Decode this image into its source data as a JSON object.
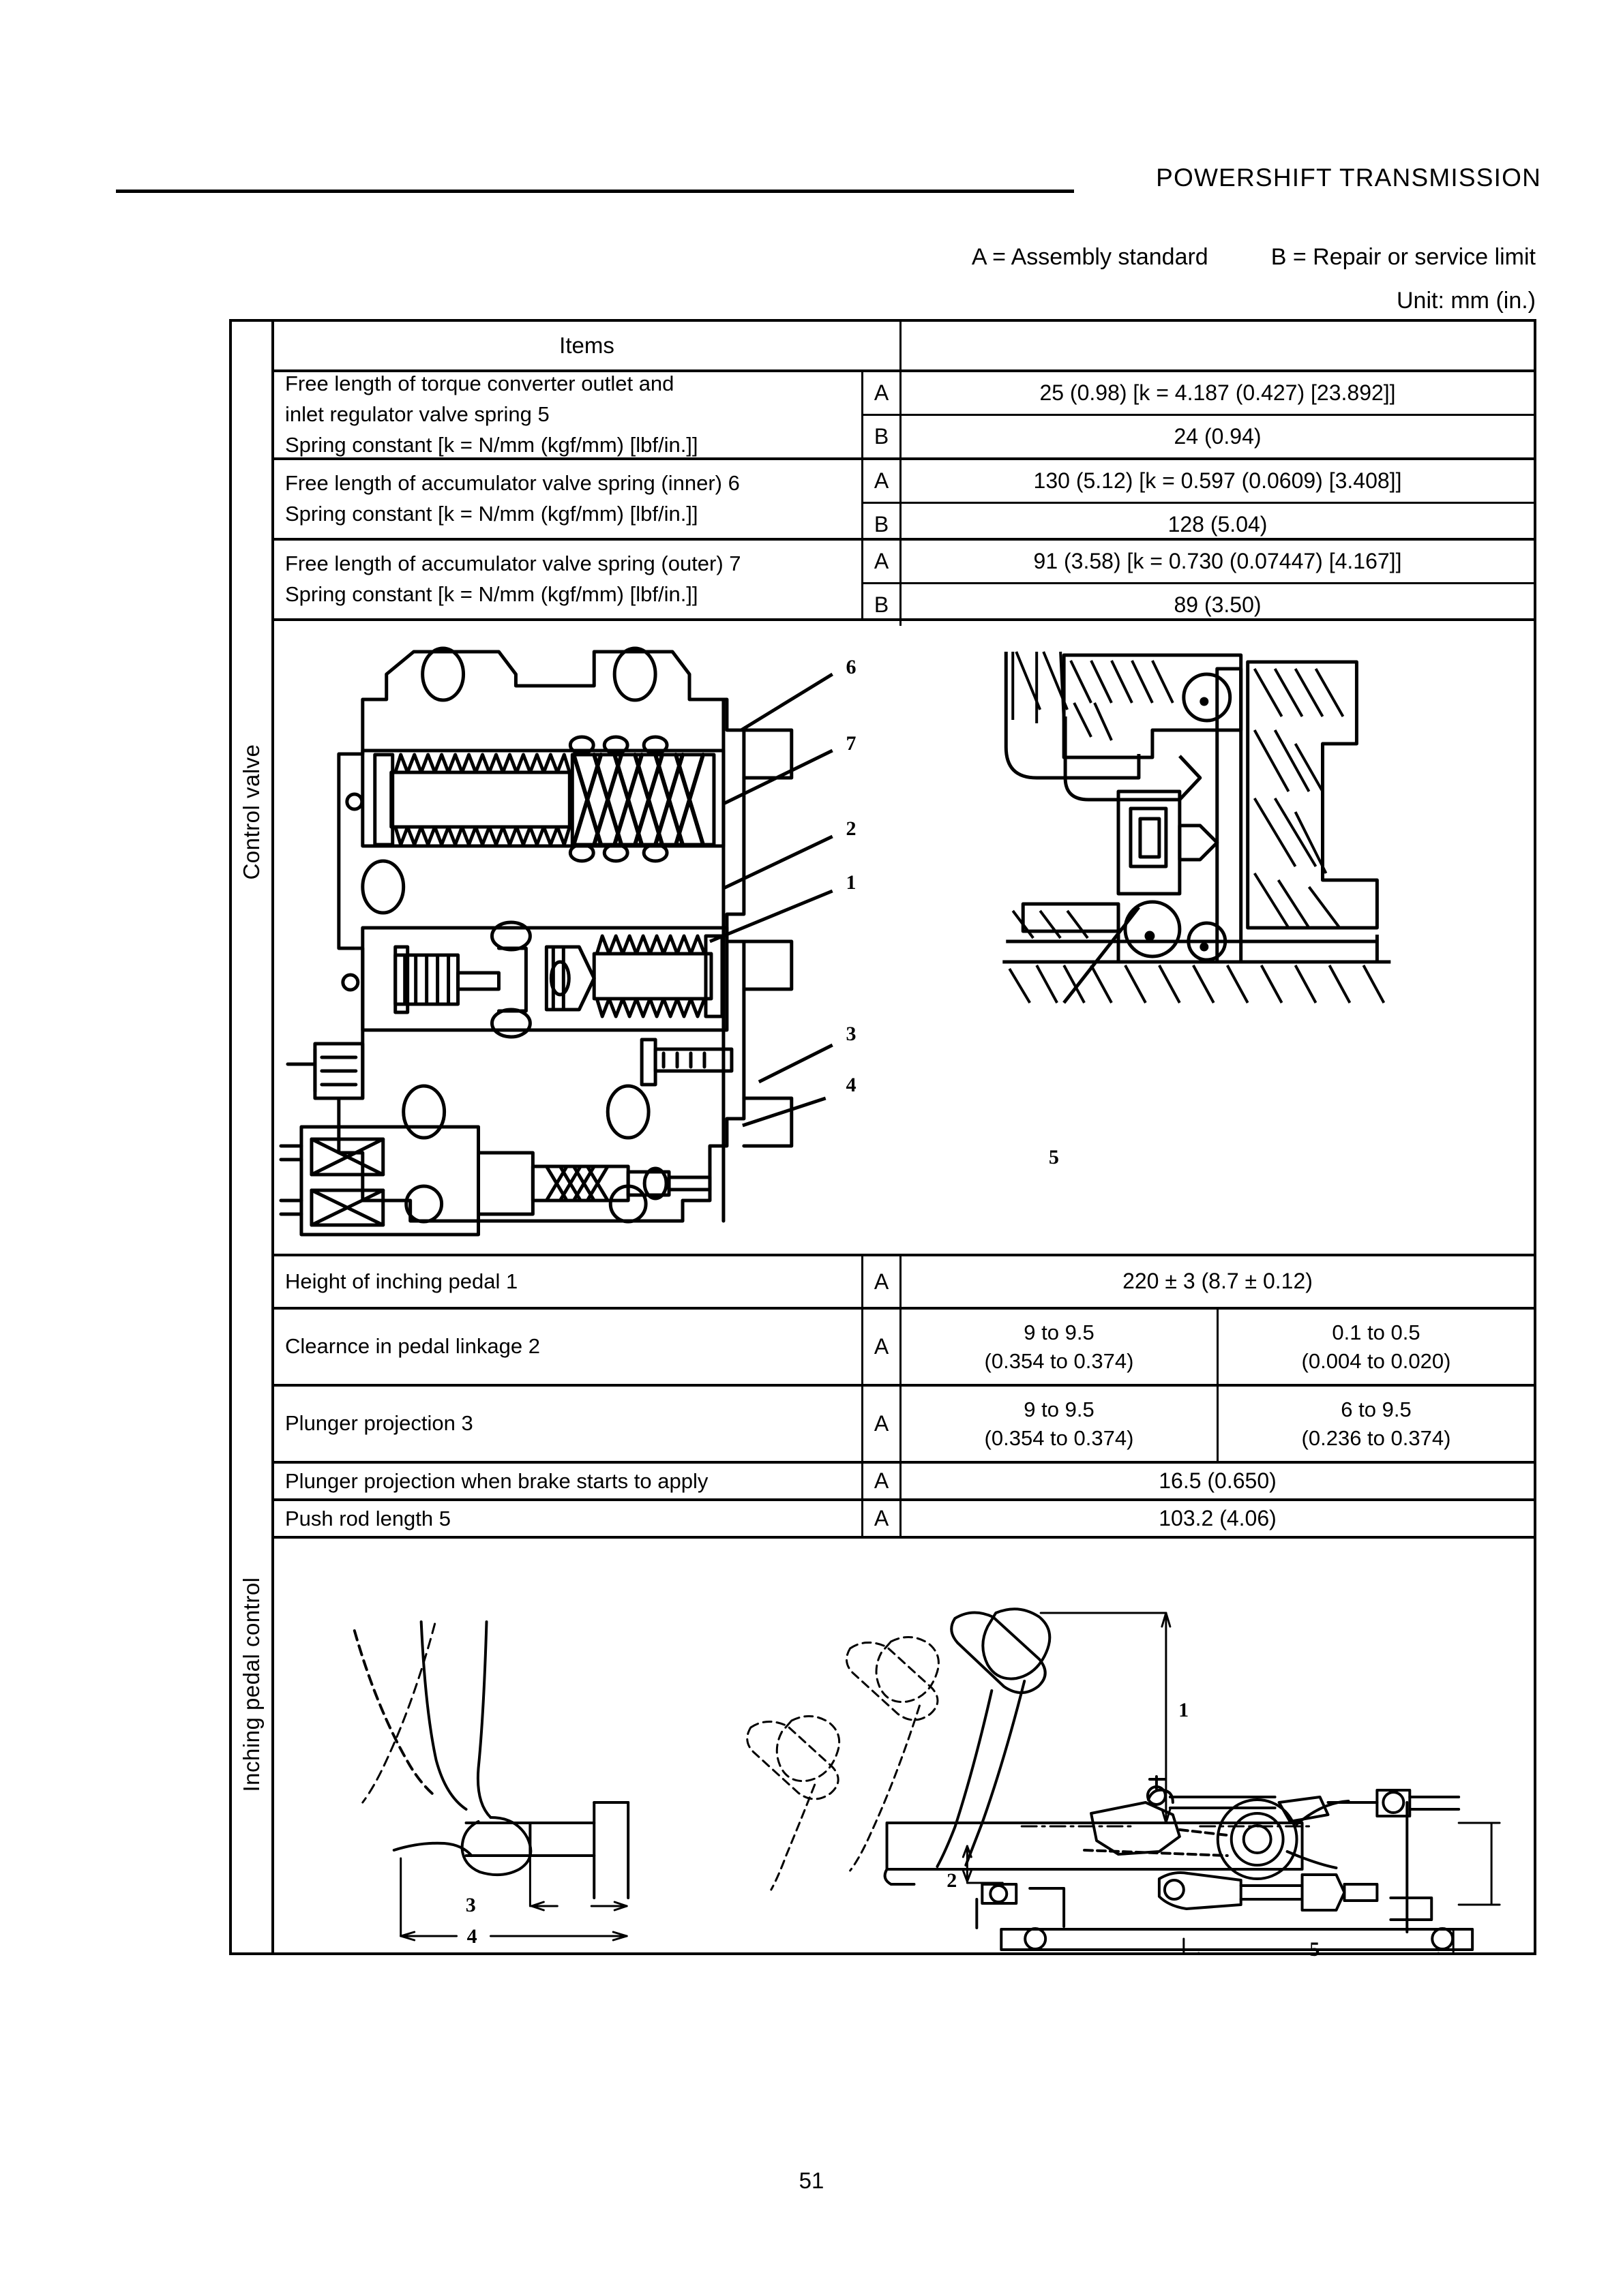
{
  "header": {
    "title": "POWERSHIFT TRANSMISSION"
  },
  "legend": {
    "assembly_standard": "A = Assembly standard",
    "repair_limit": "B = Repair or service limit",
    "unit": "Unit: mm (in.)"
  },
  "table": {
    "column_header_items": "Items",
    "side_labels": {
      "control_valve": "Control valve",
      "inching_pedal_control": "Inching pedal control"
    },
    "spring_rows": [
      {
        "item_lines": [
          "Free length of torque converter outlet and",
          "inlet regulator valve spring 5",
          "Spring constant [k = N/mm (kgf/mm) [lbf/in.]]"
        ],
        "a_label": "A",
        "a_value": "25 (0.98) [k = 4.187 (0.427) [23.892]]",
        "b_label": "B",
        "b_value": "24 (0.94)"
      },
      {
        "item_lines": [
          "Free length of accumulator valve spring (inner) 6",
          "Spring constant [k = N/mm (kgf/mm) [lbf/in.]]"
        ],
        "a_label": "A",
        "a_value": "130 (5.12) [k = 0.597 (0.0609) [3.408]]",
        "b_label": "B",
        "b_value": "128 (5.04)"
      },
      {
        "item_lines": [
          "Free length of accumulator valve spring (outer) 7",
          "Spring constant [k = N/mm (kgf/mm) [lbf/in.]]"
        ],
        "a_label": "A",
        "a_value": "91 (3.58) [k = 0.730 (0.07447) [4.167]]",
        "b_label": "B",
        "b_value": "89 (3.50)"
      }
    ],
    "pedal_rows": [
      {
        "item": "Height of inching pedal 1",
        "ab": "A",
        "value": "220 ± 3 (8.7 ± 0.12)",
        "split": false
      },
      {
        "item": "Clearnce in pedal linkage 2",
        "ab": "A",
        "split": true,
        "left_top": "9 to 9.5",
        "left_bottom": "(0.354 to 0.374)",
        "right_top": "0.1 to 0.5",
        "right_bottom": "(0.004 to 0.020)"
      },
      {
        "item": "Plunger projection 3",
        "ab": "A",
        "split": true,
        "left_top": "9 to 9.5",
        "left_bottom": "(0.354 to 0.374)",
        "right_top": "6 to 9.5",
        "right_bottom": "(0.236 to 0.374)"
      },
      {
        "item": "Plunger projection when brake starts to apply",
        "ab": "A",
        "value": "16.5 (0.650)",
        "split": false
      },
      {
        "item": "Push rod length 5",
        "ab": "A",
        "value": "103.2 (4.06)",
        "split": false
      }
    ]
  },
  "figures": {
    "control_valve": {
      "name": "control-valve-sectional-diagram",
      "callouts": [
        "6",
        "7",
        "2",
        "1",
        "3",
        "4",
        "5"
      ]
    },
    "inching_pedal": {
      "name": "inching-pedal-linkage-diagram",
      "callouts_left": [
        "3",
        "4"
      ],
      "callouts_right": [
        "1",
        "2",
        "5"
      ]
    }
  },
  "footer": {
    "page_number": "51"
  }
}
